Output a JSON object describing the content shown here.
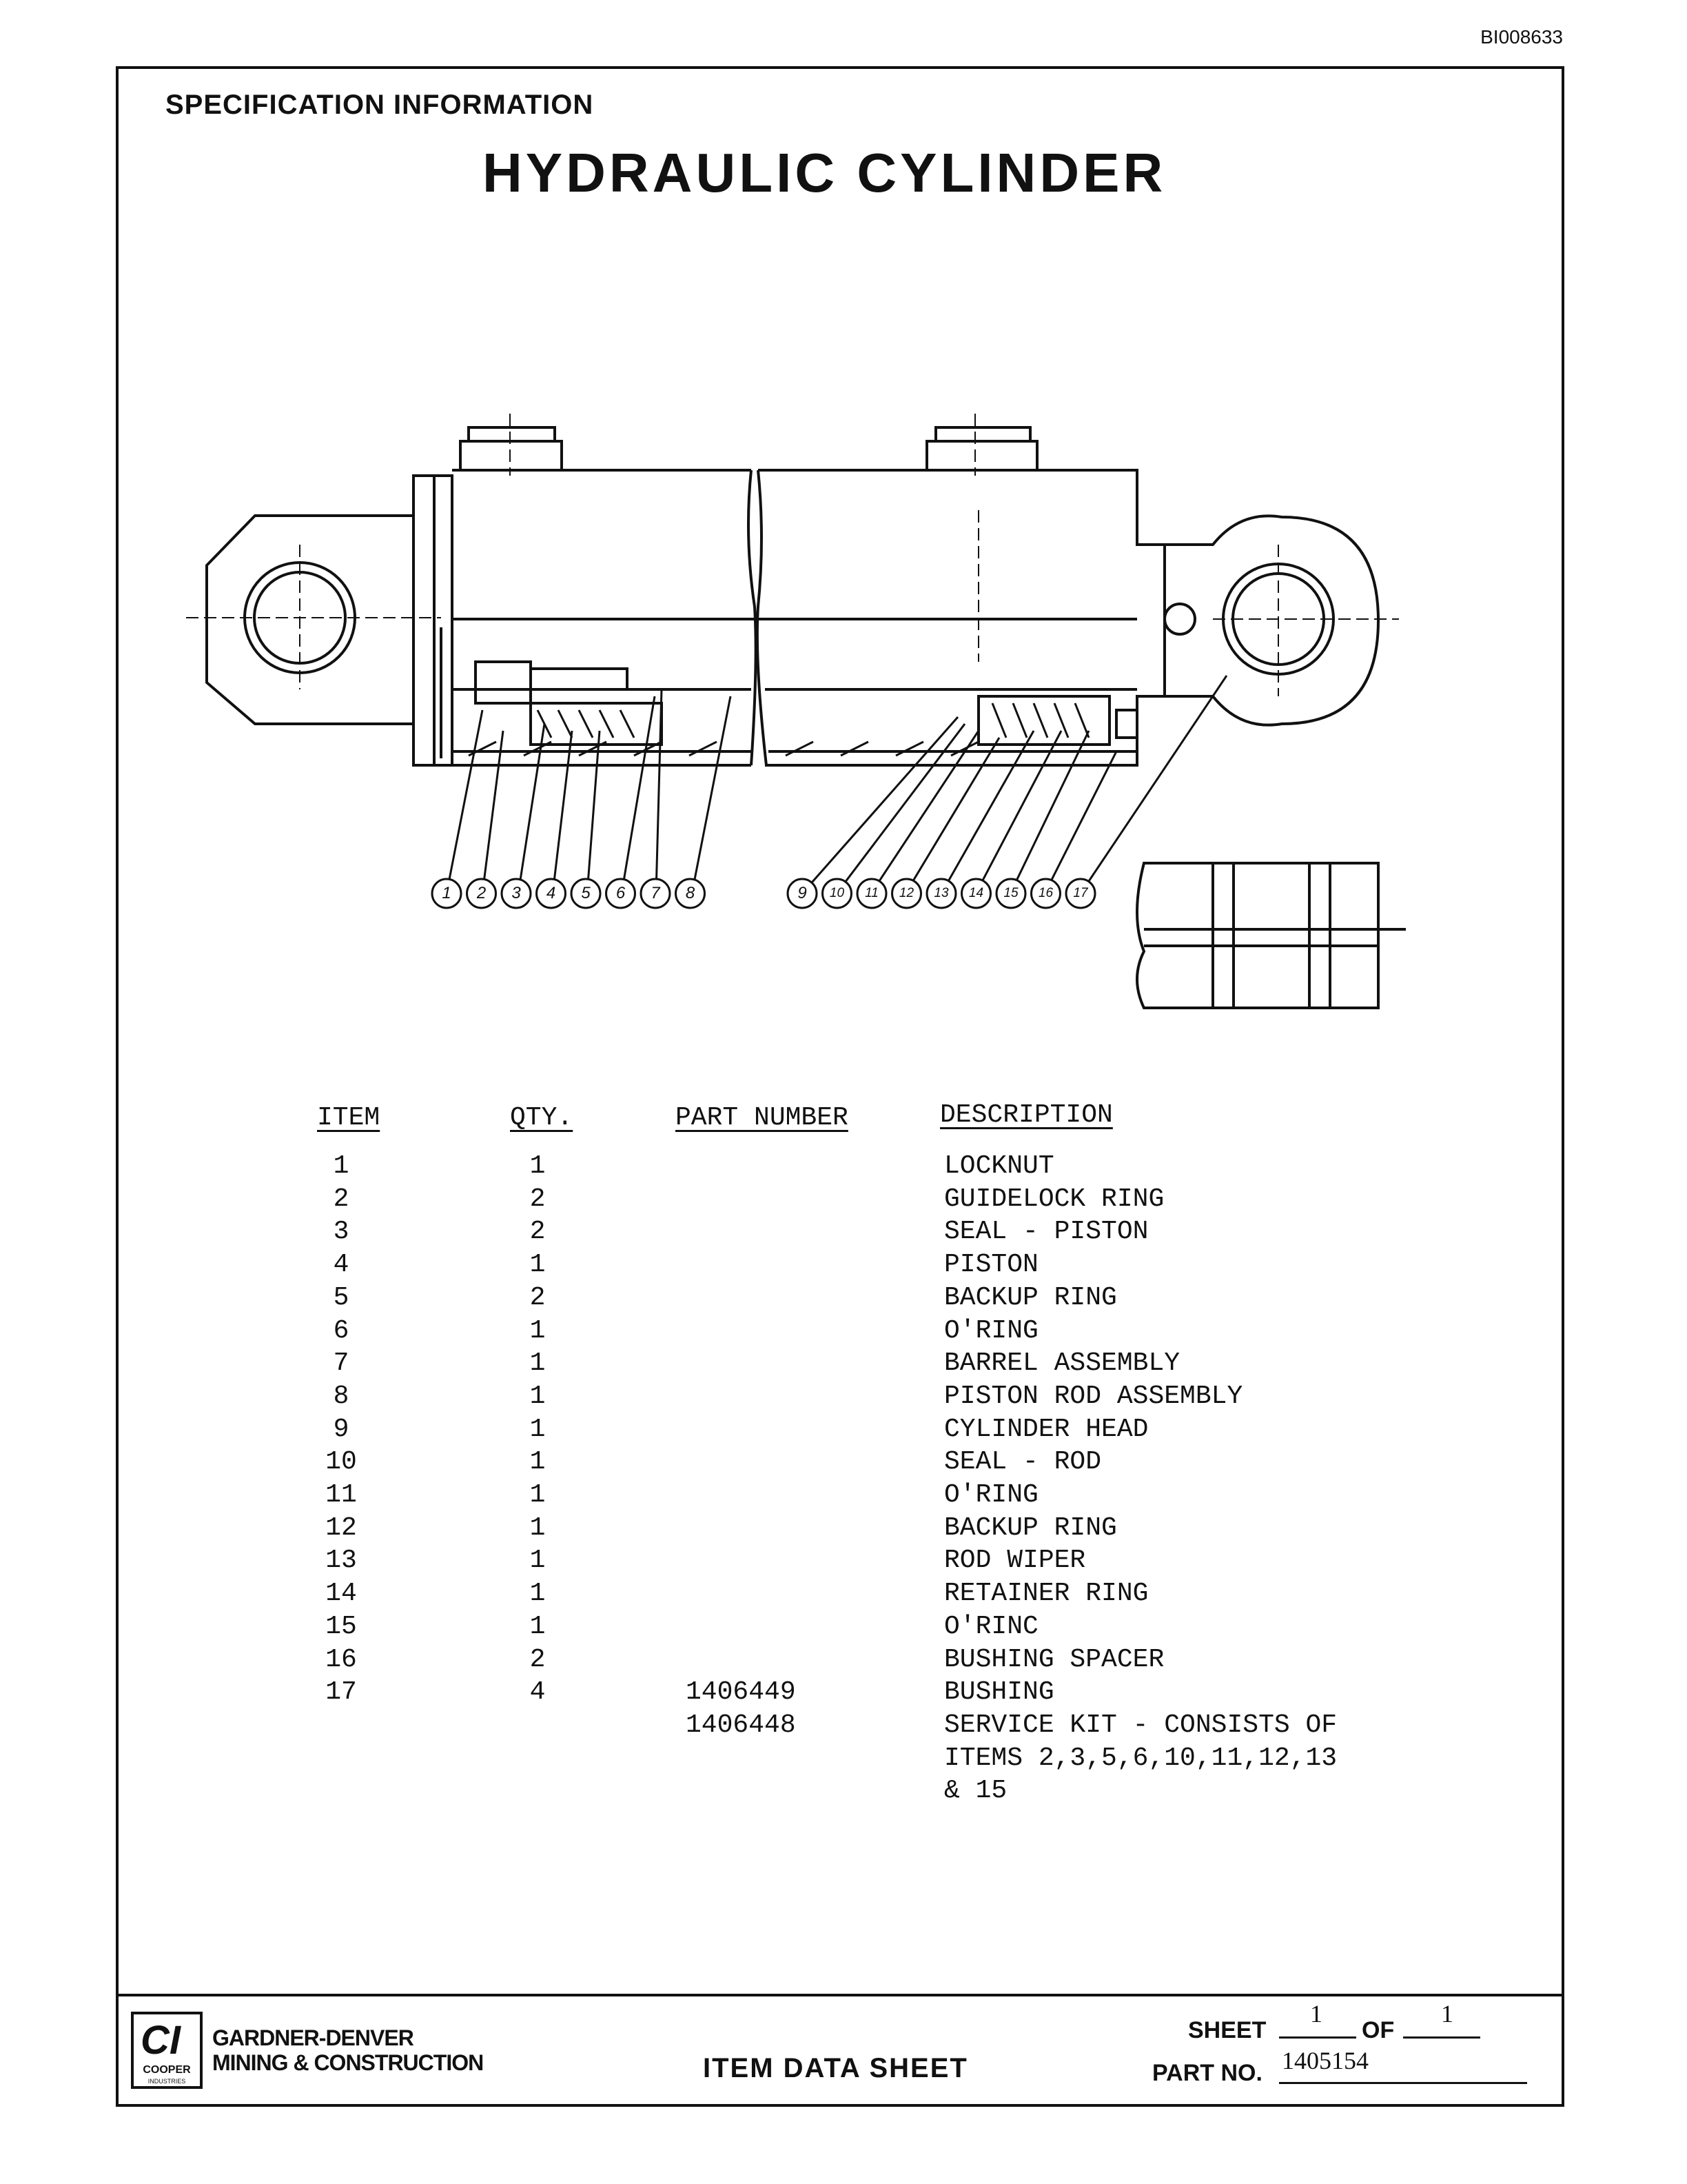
{
  "doc_id": "BI008633",
  "header": {
    "section_title": "SPECIFICATION INFORMATION",
    "title": "HYDRAULIC CYLINDER"
  },
  "drawing": {
    "callouts_left": [
      "1",
      "2",
      "3",
      "4",
      "5",
      "6",
      "7",
      "8"
    ],
    "callouts_right": [
      "9",
      "10",
      "11",
      "12",
      "13",
      "14",
      "15",
      "16",
      "17"
    ]
  },
  "parts_table": {
    "headers": {
      "item": "ITEM",
      "qty": "QTY.",
      "part_number": "PART NUMBER",
      "description": "DESCRIPTION"
    },
    "rows": [
      {
        "item": "1",
        "qty": "1",
        "part": "",
        "desc": "LOCKNUT"
      },
      {
        "item": "2",
        "qty": "2",
        "part": "",
        "desc": "GUIDELOCK RING"
      },
      {
        "item": "3",
        "qty": "2",
        "part": "",
        "desc": "SEAL - PISTON"
      },
      {
        "item": "4",
        "qty": "1",
        "part": "",
        "desc": "PISTON"
      },
      {
        "item": "5",
        "qty": "2",
        "part": "",
        "desc": "BACKUP RING"
      },
      {
        "item": "6",
        "qty": "1",
        "part": "",
        "desc": "O'RING"
      },
      {
        "item": "7",
        "qty": "1",
        "part": "",
        "desc": "BARREL ASSEMBLY"
      },
      {
        "item": "8",
        "qty": "1",
        "part": "",
        "desc": "PISTON ROD ASSEMBLY"
      },
      {
        "item": "9",
        "qty": "1",
        "part": "",
        "desc": "CYLINDER HEAD"
      },
      {
        "item": "10",
        "qty": "1",
        "part": "",
        "desc": "SEAL - ROD"
      },
      {
        "item": "11",
        "qty": "1",
        "part": "",
        "desc": "O'RING"
      },
      {
        "item": "12",
        "qty": "1",
        "part": "",
        "desc": "BACKUP RING"
      },
      {
        "item": "13",
        "qty": "1",
        "part": "",
        "desc": "ROD WIPER"
      },
      {
        "item": "14",
        "qty": "1",
        "part": "",
        "desc": "RETAINER RING"
      },
      {
        "item": "15",
        "qty": "1",
        "part": "",
        "desc": "O'RINC"
      },
      {
        "item": "16",
        "qty": "2",
        "part": "",
        "desc": "BUSHING SPACER"
      },
      {
        "item": "17",
        "qty": "4",
        "part": "1406449",
        "desc": "BUSHING"
      },
      {
        "item": "",
        "qty": "",
        "part": "1406448",
        "desc": "SERVICE KIT - CONSISTS OF"
      },
      {
        "item": "",
        "qty": "",
        "part": "",
        "desc": "ITEMS 2,3,5,6,10,11,12,13"
      },
      {
        "item": "",
        "qty": "",
        "part": "",
        "desc": "& 15"
      }
    ]
  },
  "footer": {
    "logo_mark": "CI",
    "logo_text": "COOPER",
    "logo_sub": "INDUSTRIES",
    "company_line1": "GARDNER-DENVER",
    "company_line2": "MINING & CONSTRUCTION",
    "sheet_type": "ITEM DATA SHEET",
    "sheet_label": "SHEET",
    "of_label": "OF",
    "sheet_num": "1",
    "sheet_total": "1",
    "part_no_label": "PART NO.",
    "part_no": "1405154"
  }
}
